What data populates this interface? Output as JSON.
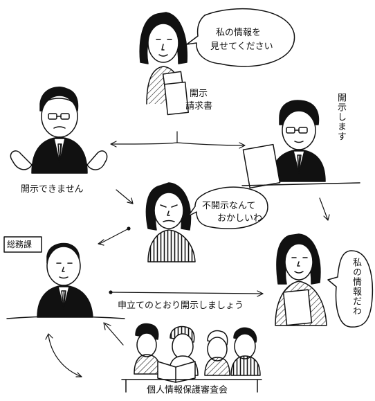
{
  "bubbles": {
    "top_request_line1": "私の情報を",
    "top_request_line2": "見せてください",
    "objection_line1": "不開示なんて",
    "objection_line2": "おかしいわ",
    "right_claim_v": "私の情報だわ"
  },
  "labels": {
    "disclosure_request_line1": "開示",
    "disclosure_request_line2": "請求書",
    "will_disclose_v": "開示します",
    "cannot_disclose": "開示できません",
    "general_affairs": "総務課",
    "disclose_as_requested": "申立てのとおり開示しましょう",
    "review_board": "個人情報保護審査会"
  }
}
